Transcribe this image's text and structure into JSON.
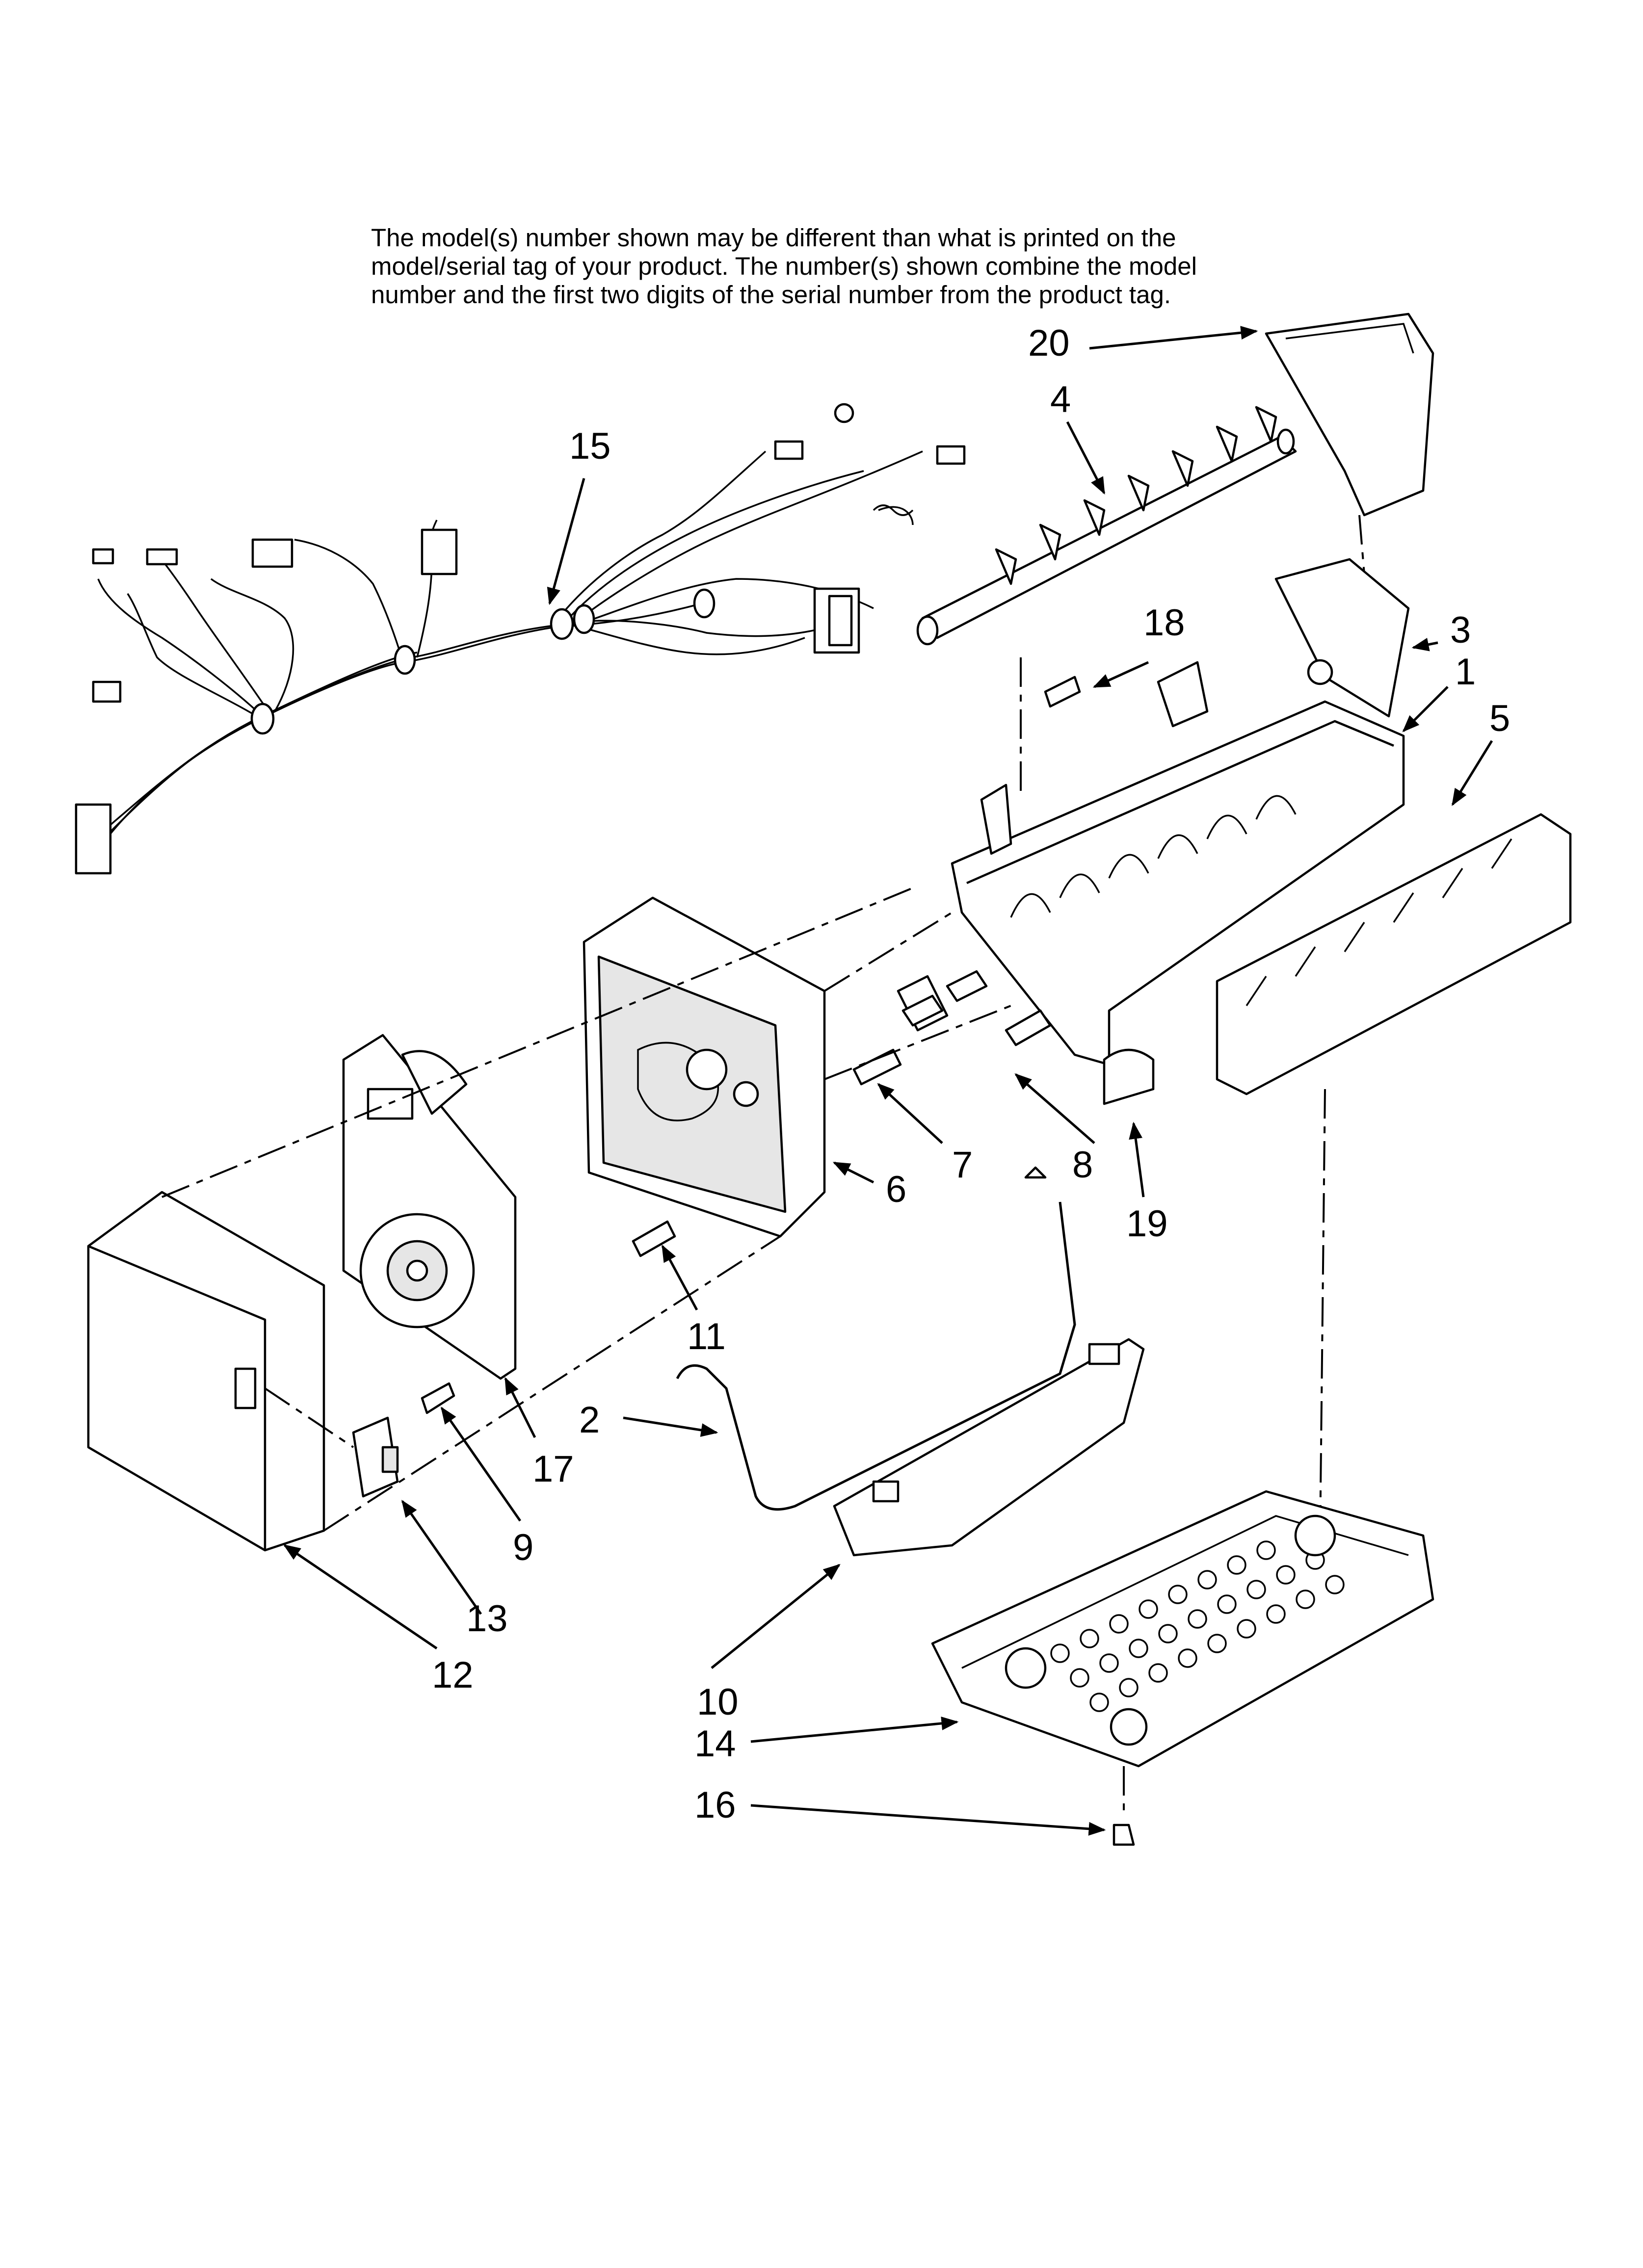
{
  "note": {
    "line1": "The model(s) number shown may be different than what is printed on the",
    "line2": "model/serial tag of your product. The number(s) shown combine the model",
    "line3": "number and the first two digits of the serial number from the product tag."
  },
  "callouts": {
    "c1": "1",
    "c2": "2",
    "c3": "3",
    "c4": "4",
    "c5": "5",
    "c6": "6",
    "c7": "7",
    "c8": "8",
    "c9": "9",
    "c10": "10",
    "c11": "11",
    "c12": "12",
    "c13": "13",
    "c14": "14",
    "c15": "15",
    "c16": "16",
    "c17": "17",
    "c18": "18",
    "c19": "19",
    "c20": "20"
  }
}
